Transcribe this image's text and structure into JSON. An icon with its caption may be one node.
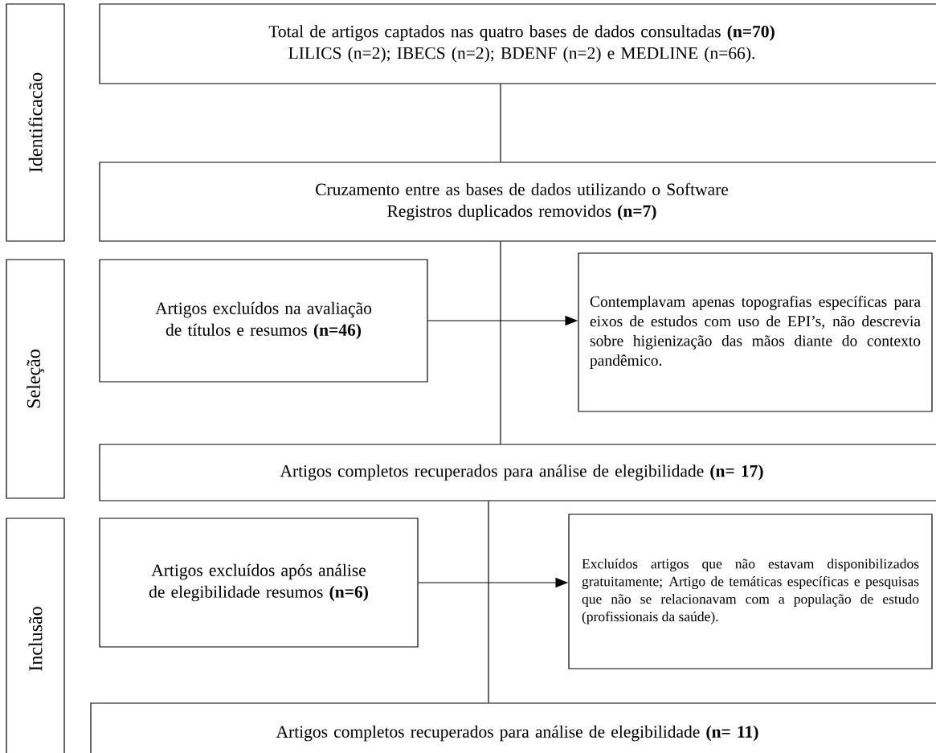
{
  "diagram": {
    "nodes": [
      {
        "text": [
          "Identificacão"
        ]
      },
      {
        "text": [
          "Total de artigos captados nas quatro bases de dados consultadas **(n=70)**",
          "LILICS (n=2); IBECS (n=2); BDENF (n=2) e MEDLINE (n=66)."
        ]
      },
      {
        "text": [
          "Cruzamento entre as bases de dados utilizando o Software",
          "Registros duplicados removidos **(n=7)**"
        ]
      },
      {
        "text": [
          "Seleção"
        ]
      },
      {
        "text": [
          "Artigos excluídos na avaliação de títulos e resumos **(n=46)**"
        ]
      },
      {
        "text": [
          "Contemplavam apenas topografias específicas para eixos de estudos com uso de EPI’s, não descrevia sobre higienização das mãos diante do contexto pandêmico."
        ]
      },
      {
        "text": [
          "Artigos completos recuperados para análise de elegibilidade **(n= 17)**"
        ]
      },
      {
        "text": [
          "Inclusão"
        ]
      },
      {
        "text": [
          "Artigos excluídos após análise de elegibilidade resumos **(n=6)**"
        ]
      },
      {
        "text": [
          "Excluídos artigos que não estavam disponibilizados gratuitamente; Artigo de temáticas específicas e pesquisas que não se relacionavam com a população de estudo (profissionais da saúde)."
        ]
      },
      {
        "text": [
          "Artigos completos recuperados para análise de elegibilidade **(n= 11)**"
        ]
      }
    ],
    "edges": [
      {
        "from": 1,
        "to": 2,
        "arrow": "none"
      },
      {
        "from": 2,
        "to": 6,
        "arrow": "none"
      },
      {
        "from": 4,
        "to": 5,
        "arrow": "to"
      },
      {
        "from": 6,
        "to": 10,
        "arrow": "none"
      },
      {
        "from": 8,
        "to": 9,
        "arrow": "to"
      }
    ]
  }
}
